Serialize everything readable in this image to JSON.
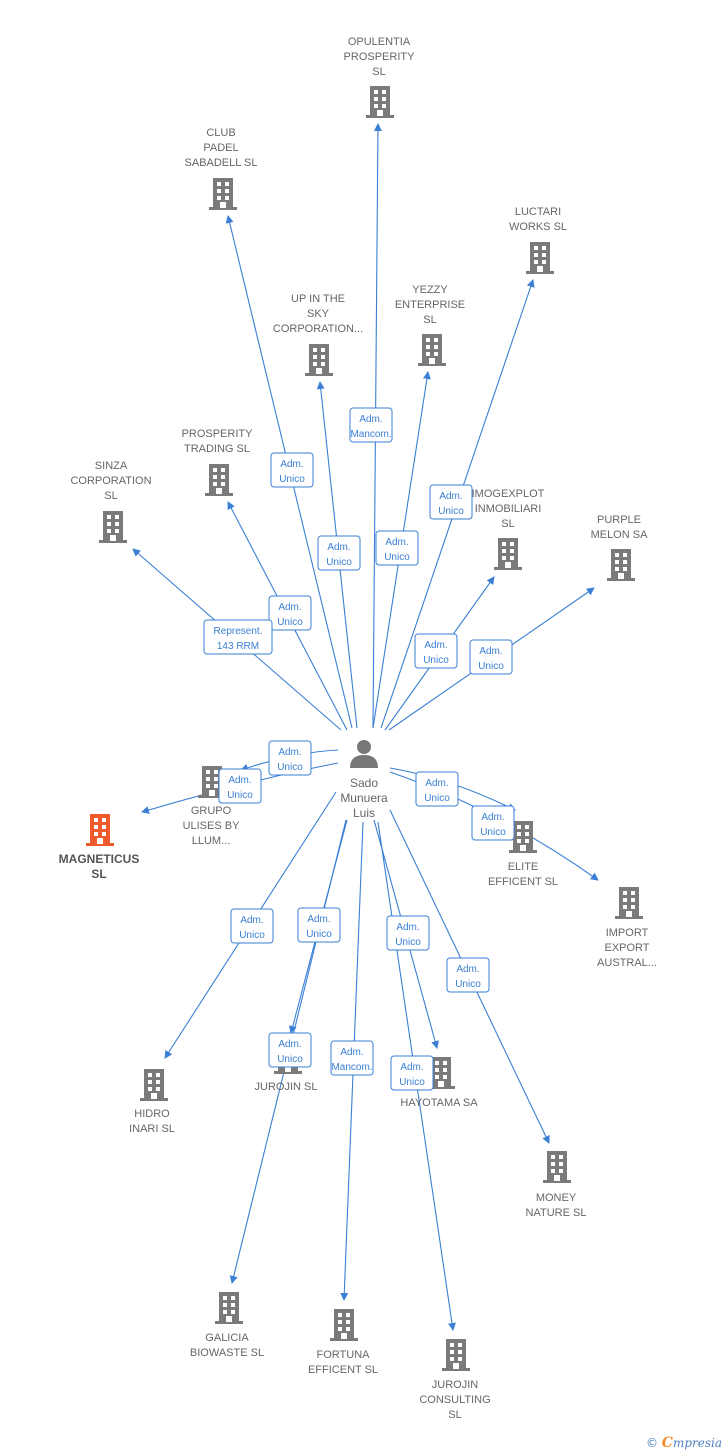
{
  "colors": {
    "edge": "#3a7fd4",
    "building": "#7a7a7a",
    "building_primary": "#f15a2a",
    "person": "#777777",
    "label": "#666666"
  },
  "center": {
    "name_lines": [
      "Sado",
      "Munuera",
      "Luis"
    ],
    "icon": "person-icon"
  },
  "nodes": [
    {
      "id": "opulentia",
      "lines": [
        "OPULENTIA",
        "PROSPERITY",
        "SL"
      ]
    },
    {
      "id": "club-padel",
      "lines": [
        "CLUB",
        "PADEL",
        "SABADELL  SL"
      ]
    },
    {
      "id": "luctari",
      "lines": [
        "LUCTARI",
        "WORKS  SL"
      ]
    },
    {
      "id": "up-in-the-sky",
      "lines": [
        "UP IN THE",
        "SKY",
        "CORPORATION..."
      ]
    },
    {
      "id": "yezzy",
      "lines": [
        "YEZZY",
        "ENTERPRISE",
        "SL"
      ]
    },
    {
      "id": "prosperity-trading",
      "lines": [
        "PROSPERITY",
        "TRADING  SL"
      ]
    },
    {
      "id": "sinza",
      "lines": [
        "SINZA",
        "CORPORATION",
        "SL"
      ]
    },
    {
      "id": "imogexplot",
      "lines": [
        "IMOGEXPLOT",
        "INMOBILIARI",
        "SL"
      ]
    },
    {
      "id": "purple-melon",
      "lines": [
        "PURPLE",
        "MELON SA"
      ]
    },
    {
      "id": "grupo-ulises",
      "lines": [
        "GRUPO",
        "ULISES BY",
        "LLUM..."
      ]
    },
    {
      "id": "magneticus",
      "lines": [
        "MAGNETICUS",
        "SL"
      ],
      "primary": true
    },
    {
      "id": "elite-efficent",
      "lines": [
        "ELITE",
        "EFFICENT  SL"
      ]
    },
    {
      "id": "import-export",
      "lines": [
        "IMPORT",
        "EXPORT",
        "AUSTRAL..."
      ]
    },
    {
      "id": "hidro-inari",
      "lines": [
        "HIDRO",
        "INARI  SL"
      ]
    },
    {
      "id": "jurojin",
      "lines": [
        "JUROJIN  SL"
      ]
    },
    {
      "id": "hayotama",
      "lines": [
        "HAYOTAMA SA"
      ]
    },
    {
      "id": "money-nature",
      "lines": [
        "MONEY",
        "NATURE  SL"
      ]
    },
    {
      "id": "galicia-biowaste",
      "lines": [
        "GALICIA",
        "BIOWASTE  SL"
      ]
    },
    {
      "id": "fortuna-efficent",
      "lines": [
        "FORTUNA",
        "EFFICENT  SL"
      ]
    },
    {
      "id": "jurojin-consulting",
      "lines": [
        "JUROJIN",
        "CONSULTING",
        "SL"
      ]
    }
  ],
  "badges": [
    {
      "id": "b-opulentia",
      "lines": [
        "Adm.",
        "Mancom."
      ]
    },
    {
      "id": "b-club-padel",
      "lines": [
        "Adm.",
        "Unico"
      ]
    },
    {
      "id": "b-luctari",
      "lines": [
        "Adm.",
        "Unico"
      ]
    },
    {
      "id": "b-up-sky",
      "lines": [
        "Adm.",
        "Unico"
      ]
    },
    {
      "id": "b-yezzy",
      "lines": [
        "Adm.",
        "Unico"
      ]
    },
    {
      "id": "b-prosperity",
      "lines": [
        "Adm.",
        "Unico"
      ]
    },
    {
      "id": "b-sinza",
      "lines": [
        "Represent.",
        "143 RRM"
      ]
    },
    {
      "id": "b-imogexplot",
      "lines": [
        "Adm.",
        "Unico"
      ]
    },
    {
      "id": "b-purple",
      "lines": [
        "Adm.",
        "Unico"
      ]
    },
    {
      "id": "b-grupo-1",
      "lines": [
        "Adm.",
        "Unico"
      ]
    },
    {
      "id": "b-grupo-2",
      "lines": [
        "Adm.",
        "Unico"
      ]
    },
    {
      "id": "b-elite-1",
      "lines": [
        "Adm.",
        "Unico"
      ]
    },
    {
      "id": "b-elite-2",
      "lines": [
        "Adm.",
        "Unico"
      ]
    },
    {
      "id": "b-hidro",
      "lines": [
        "Adm.",
        "Unico"
      ]
    },
    {
      "id": "b-jurojin-1",
      "lines": [
        "Adm.",
        "Unico"
      ]
    },
    {
      "id": "b-jurojin-2",
      "lines": [
        "Adm.",
        "Unico"
      ]
    },
    {
      "id": "b-hayotama",
      "lines": [
        "Adm.",
        "Unico"
      ]
    },
    {
      "id": "b-money",
      "lines": [
        "Adm.",
        "Unico"
      ]
    },
    {
      "id": "b-fortuna",
      "lines": [
        "Adm.",
        "Mancom."
      ]
    },
    {
      "id": "b-jurojin-consulting",
      "lines": [
        "Adm.",
        "Unico"
      ]
    }
  ],
  "footer": {
    "copyright": "©",
    "brand_initial": "C",
    "brand_rest": "mpresia"
  }
}
